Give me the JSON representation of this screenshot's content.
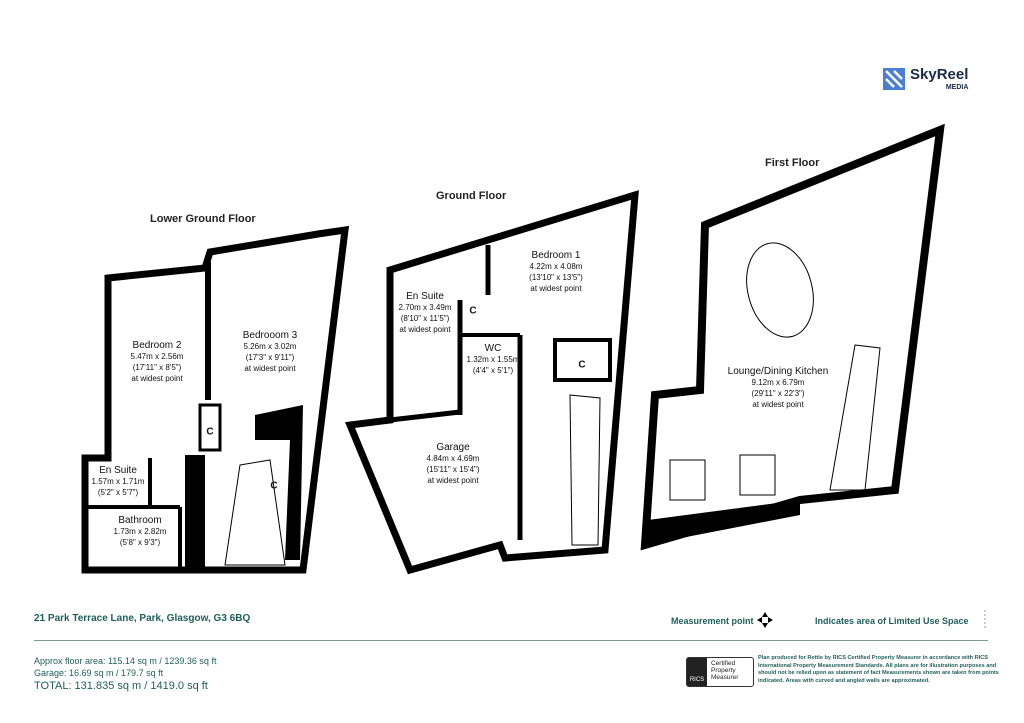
{
  "brand": {
    "name": "SkyReel",
    "sub": "MEDIA",
    "color": "#4a7fd4"
  },
  "floors": [
    {
      "title": "Lower Ground Floor",
      "rooms": [
        {
          "name": "Bedroom 2",
          "metric": "5.47m x 2.56m",
          "imperial": "(17'11\" x 8'5\")",
          "note": "at widest point"
        },
        {
          "name": "Bedrooom 3",
          "metric": "5.26m x 3.02m",
          "imperial": "(17'3\" x 9'11\")",
          "note": "at widest point"
        },
        {
          "name": "En Suite",
          "metric": "1.57m x 1.71m",
          "imperial": "(5'2\" x 5'7\")",
          "note": ""
        },
        {
          "name": "Bathroom",
          "metric": "1.73m x 2.82m",
          "imperial": "(5'8\" x 9'3\")",
          "note": ""
        }
      ],
      "cupboards": [
        "C",
        "C"
      ]
    },
    {
      "title": "Ground Floor",
      "rooms": [
        {
          "name": "Bedroom 1",
          "metric": "4.22m x 4.08m",
          "imperial": "(13'10\" x 13'5\")",
          "note": "at widest point"
        },
        {
          "name": "En Suite",
          "metric": "2.70m x 3.49m",
          "imperial": "(8'10\" x 11'5\")",
          "note": "at widest point"
        },
        {
          "name": "WC",
          "metric": "1.32m x 1.55m",
          "imperial": "(4'4\" x 5'1\")",
          "note": ""
        },
        {
          "name": "Garage",
          "metric": "4.84m x 4.69m",
          "imperial": "(15'11\" x 15'4\")",
          "note": "at widest point"
        }
      ],
      "cupboards": [
        "C",
        "C"
      ]
    },
    {
      "title": "First Floor",
      "rooms": [
        {
          "name": "Lounge/Dining Kitchen",
          "metric": "9.12m x 6.79m",
          "imperial": "(29'11\" x 22'3\")",
          "note": "at widest point"
        }
      ]
    }
  ],
  "footer": {
    "address": "21 Park Terrace Lane, Park, Glasgow, G3 6BQ",
    "measurement_point": "Measurement point",
    "limited_use": "Indicates area of  Limited Use Space",
    "approx_area": "Approx floor area: 115.14 sq m / 1239.36 sq ft",
    "garage": "Garage: 16.69 sq m / 179.7 sq ft",
    "total": "TOTAL: 131.835 sq m / 1419.0 sq ft",
    "rics_badge": "RICS",
    "rics_lines": [
      "Certified",
      "Property",
      "Measurer"
    ],
    "disclaimer": "Plan produced for Rettie by RICS Certified Property Measurer in accordance with RICS International Property  Measurement Standards.  All plans are for illustration purposes and should not be relied upon as statement of fact Measurements shown are taken from points indicated. Areas with curved and angled walls are approximated."
  },
  "colors": {
    "walls": "#000000",
    "text_accent": "#1f5f5b"
  }
}
